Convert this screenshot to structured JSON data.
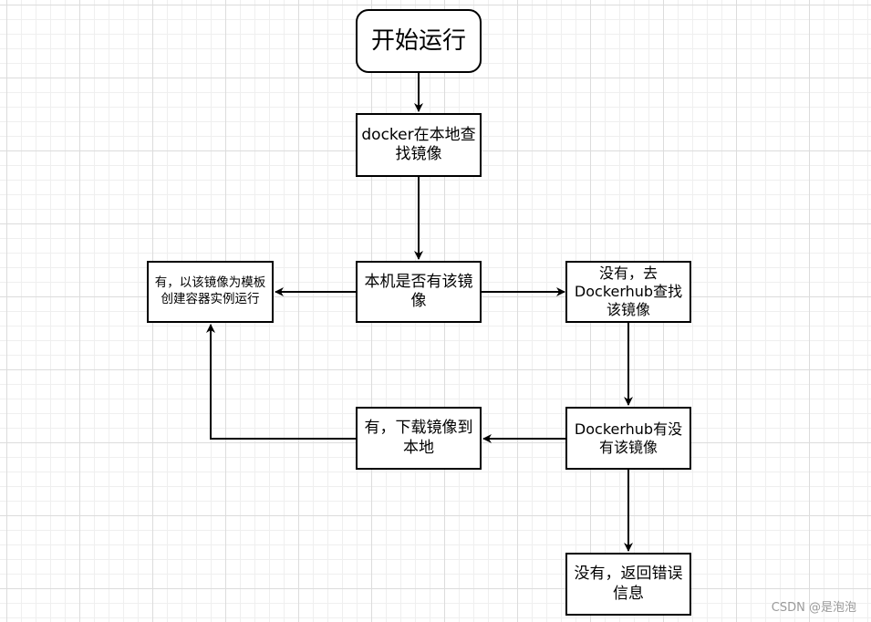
{
  "nodes": {
    "start": "开始运行",
    "search_local": "docker在本地查找镜像",
    "local_check": "本机是否有该镜像",
    "create_container": "有，以该镜像为模板创建容器实例运行",
    "search_hub": "没有，去Dockerhub查找该镜像",
    "hub_check": "Dockerhub有没有该镜像",
    "download": "有，下载镜像到本地",
    "error": "没有，返回错误信息"
  },
  "watermark": "CSDN @是泡泡"
}
